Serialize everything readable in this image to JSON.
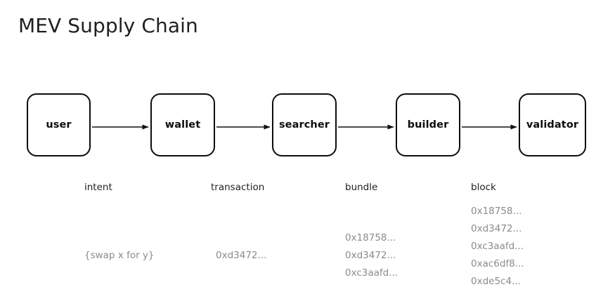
{
  "title": "MEV Supply Chain",
  "diagram": {
    "type": "flowchart",
    "direction": "left-to-right",
    "nodes": [
      {
        "id": "user",
        "label": "user"
      },
      {
        "id": "wallet",
        "label": "wallet"
      },
      {
        "id": "searcher",
        "label": "searcher"
      },
      {
        "id": "builder",
        "label": "builder"
      },
      {
        "id": "validator",
        "label": "validator"
      }
    ],
    "edges": [
      {
        "from": "user",
        "to": "wallet",
        "label": "intent"
      },
      {
        "from": "wallet",
        "to": "searcher",
        "label": "transaction"
      },
      {
        "from": "searcher",
        "to": "builder",
        "label": "bundle"
      },
      {
        "from": "builder",
        "to": "validator",
        "label": "block"
      }
    ],
    "columns": [
      {
        "label": "intent",
        "items": [
          "{swap x for y}"
        ]
      },
      {
        "label": "transaction",
        "items": [
          "0xd3472..."
        ]
      },
      {
        "label": "bundle",
        "items": [
          "0x18758...",
          "0xd3472...",
          "0xc3aafd..."
        ]
      },
      {
        "label": "block",
        "items": [
          "0x18758...",
          "0xd3472...",
          "0xc3aafd...",
          "0xac6df8...",
          "0xde5c4..."
        ]
      }
    ]
  },
  "colors": {
    "background": "#ffffff",
    "node_border": "#0d0d0d",
    "node_label": "#0d0d0d",
    "title": "#202020",
    "column_label": "#1f1f1f",
    "payload_text": "#8b8b8b",
    "arrow": "#111111"
  }
}
